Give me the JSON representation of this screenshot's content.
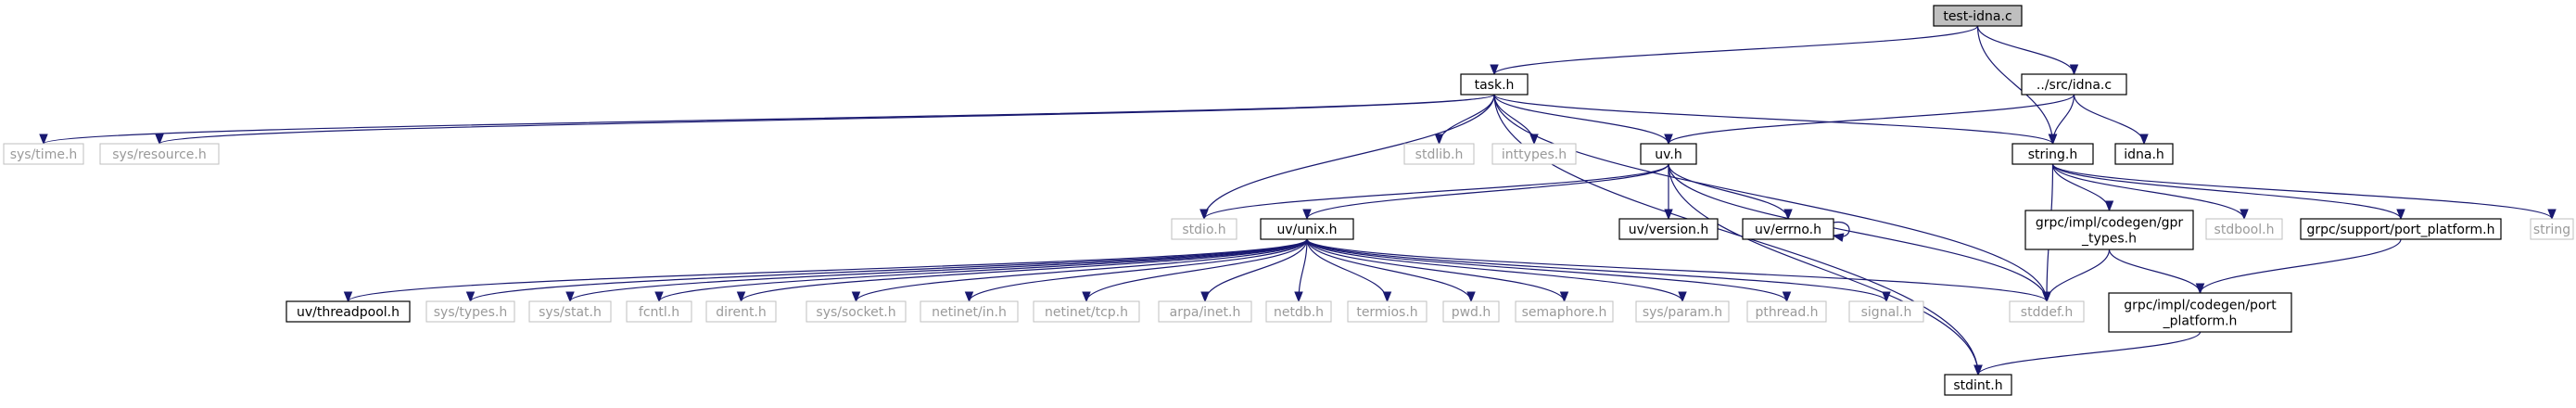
{
  "title": "test-idna.c",
  "colors": {
    "edge": "#191970",
    "main_fill": "#bfbfbf",
    "documented_border": "#000000",
    "system_border": "#bfbfbf",
    "system_text": "#9a9a9a"
  },
  "nodes": [
    {
      "id": "test_idna_c",
      "label": "test-idna.c",
      "kind": "main"
    },
    {
      "id": "task_h",
      "label": "task.h",
      "kind": "documented"
    },
    {
      "id": "src_idna_c",
      "label": "../src/idna.c",
      "kind": "documented"
    },
    {
      "id": "string_h",
      "label": "string.h",
      "kind": "documented"
    },
    {
      "id": "idna_h",
      "label": "idna.h",
      "kind": "documented"
    },
    {
      "id": "sys_time_h",
      "label": "sys/time.h",
      "kind": "system"
    },
    {
      "id": "sys_resource_h",
      "label": "sys/resource.h",
      "kind": "system"
    },
    {
      "id": "stdlib_h",
      "label": "stdlib.h",
      "kind": "system"
    },
    {
      "id": "inttypes_h",
      "label": "inttypes.h",
      "kind": "system"
    },
    {
      "id": "uv_h",
      "label": "uv.h",
      "kind": "documented"
    },
    {
      "id": "stdio_h",
      "label": "stdio.h",
      "kind": "system"
    },
    {
      "id": "uv_unix_h",
      "label": "uv/unix.h",
      "kind": "documented"
    },
    {
      "id": "uv_version_h",
      "label": "uv/version.h",
      "kind": "documented"
    },
    {
      "id": "uv_errno_h",
      "label": "uv/errno.h",
      "kind": "documented"
    },
    {
      "id": "grpc_types_h",
      "label": "grpc/impl/codegen/gpr\n_types.h",
      "kind": "documented"
    },
    {
      "id": "stdbool_h",
      "label": "stdbool.h",
      "kind": "system"
    },
    {
      "id": "port_platform_h",
      "label": "grpc/support/port_platform.h",
      "kind": "documented"
    },
    {
      "id": "string",
      "label": "string",
      "kind": "system"
    },
    {
      "id": "uv_threadpool_h",
      "label": "uv/threadpool.h",
      "kind": "documented"
    },
    {
      "id": "sys_types_h",
      "label": "sys/types.h",
      "kind": "system"
    },
    {
      "id": "sys_stat_h",
      "label": "sys/stat.h",
      "kind": "system"
    },
    {
      "id": "fcntl_h",
      "label": "fcntl.h",
      "kind": "system"
    },
    {
      "id": "dirent_h",
      "label": "dirent.h",
      "kind": "system"
    },
    {
      "id": "sys_socket_h",
      "label": "sys/socket.h",
      "kind": "system"
    },
    {
      "id": "netinet_in_h",
      "label": "netinet/in.h",
      "kind": "system"
    },
    {
      "id": "netinet_tcp_h",
      "label": "netinet/tcp.h",
      "kind": "system"
    },
    {
      "id": "arpa_inet_h",
      "label": "arpa/inet.h",
      "kind": "system"
    },
    {
      "id": "netdb_h",
      "label": "netdb.h",
      "kind": "system"
    },
    {
      "id": "termios_h",
      "label": "termios.h",
      "kind": "system"
    },
    {
      "id": "pwd_h",
      "label": "pwd.h",
      "kind": "system"
    },
    {
      "id": "semaphore_h",
      "label": "semaphore.h",
      "kind": "system"
    },
    {
      "id": "sys_param_h",
      "label": "sys/param.h",
      "kind": "system"
    },
    {
      "id": "pthread_h",
      "label": "pthread.h",
      "kind": "system"
    },
    {
      "id": "signal_h",
      "label": "signal.h",
      "kind": "system"
    },
    {
      "id": "stddef_h",
      "label": "stddef.h",
      "kind": "system"
    },
    {
      "id": "grpc_port_platform_h",
      "label": "grpc/impl/codegen/port\n_platform.h",
      "kind": "documented"
    },
    {
      "id": "stdint_h",
      "label": "stdint.h",
      "kind": "documented"
    }
  ],
  "edges": [
    [
      "test_idna_c",
      "task_h"
    ],
    [
      "test_idna_c",
      "src_idna_c"
    ],
    [
      "test_idna_c",
      "string_h"
    ],
    [
      "task_h",
      "sys_time_h"
    ],
    [
      "task_h",
      "sys_resource_h"
    ],
    [
      "task_h",
      "stdlib_h"
    ],
    [
      "task_h",
      "inttypes_h"
    ],
    [
      "task_h",
      "uv_h"
    ],
    [
      "task_h",
      "stdio_h"
    ],
    [
      "task_h",
      "string_h"
    ],
    [
      "task_h",
      "stddef_h"
    ],
    [
      "task_h",
      "stdint_h"
    ],
    [
      "src_idna_c",
      "uv_h"
    ],
    [
      "src_idna_c",
      "string_h"
    ],
    [
      "src_idna_c",
      "idna_h"
    ],
    [
      "string_h",
      "grpc_types_h"
    ],
    [
      "string_h",
      "stdbool_h"
    ],
    [
      "string_h",
      "port_platform_h"
    ],
    [
      "string_h",
      "string"
    ],
    [
      "string_h",
      "stddef_h"
    ],
    [
      "uv_h",
      "stdio_h"
    ],
    [
      "uv_h",
      "uv_unix_h"
    ],
    [
      "uv_h",
      "uv_version_h"
    ],
    [
      "uv_h",
      "uv_errno_h"
    ],
    [
      "uv_h",
      "stddef_h"
    ],
    [
      "uv_h",
      "stdint_h"
    ],
    [
      "uv_errno_h",
      "uv_errno_h"
    ],
    [
      "uv_unix_h",
      "uv_threadpool_h"
    ],
    [
      "uv_unix_h",
      "sys_types_h"
    ],
    [
      "uv_unix_h",
      "sys_stat_h"
    ],
    [
      "uv_unix_h",
      "fcntl_h"
    ],
    [
      "uv_unix_h",
      "dirent_h"
    ],
    [
      "uv_unix_h",
      "sys_socket_h"
    ],
    [
      "uv_unix_h",
      "netinet_in_h"
    ],
    [
      "uv_unix_h",
      "netinet_tcp_h"
    ],
    [
      "uv_unix_h",
      "arpa_inet_h"
    ],
    [
      "uv_unix_h",
      "netdb_h"
    ],
    [
      "uv_unix_h",
      "termios_h"
    ],
    [
      "uv_unix_h",
      "pwd_h"
    ],
    [
      "uv_unix_h",
      "semaphore_h"
    ],
    [
      "uv_unix_h",
      "sys_param_h"
    ],
    [
      "uv_unix_h",
      "pthread_h"
    ],
    [
      "uv_unix_h",
      "signal_h"
    ],
    [
      "uv_unix_h",
      "stddef_h"
    ],
    [
      "grpc_types_h",
      "stddef_h"
    ],
    [
      "grpc_types_h",
      "grpc_port_platform_h"
    ],
    [
      "port_platform_h",
      "grpc_port_platform_h"
    ],
    [
      "grpc_port_platform_h",
      "stdint_h"
    ]
  ]
}
